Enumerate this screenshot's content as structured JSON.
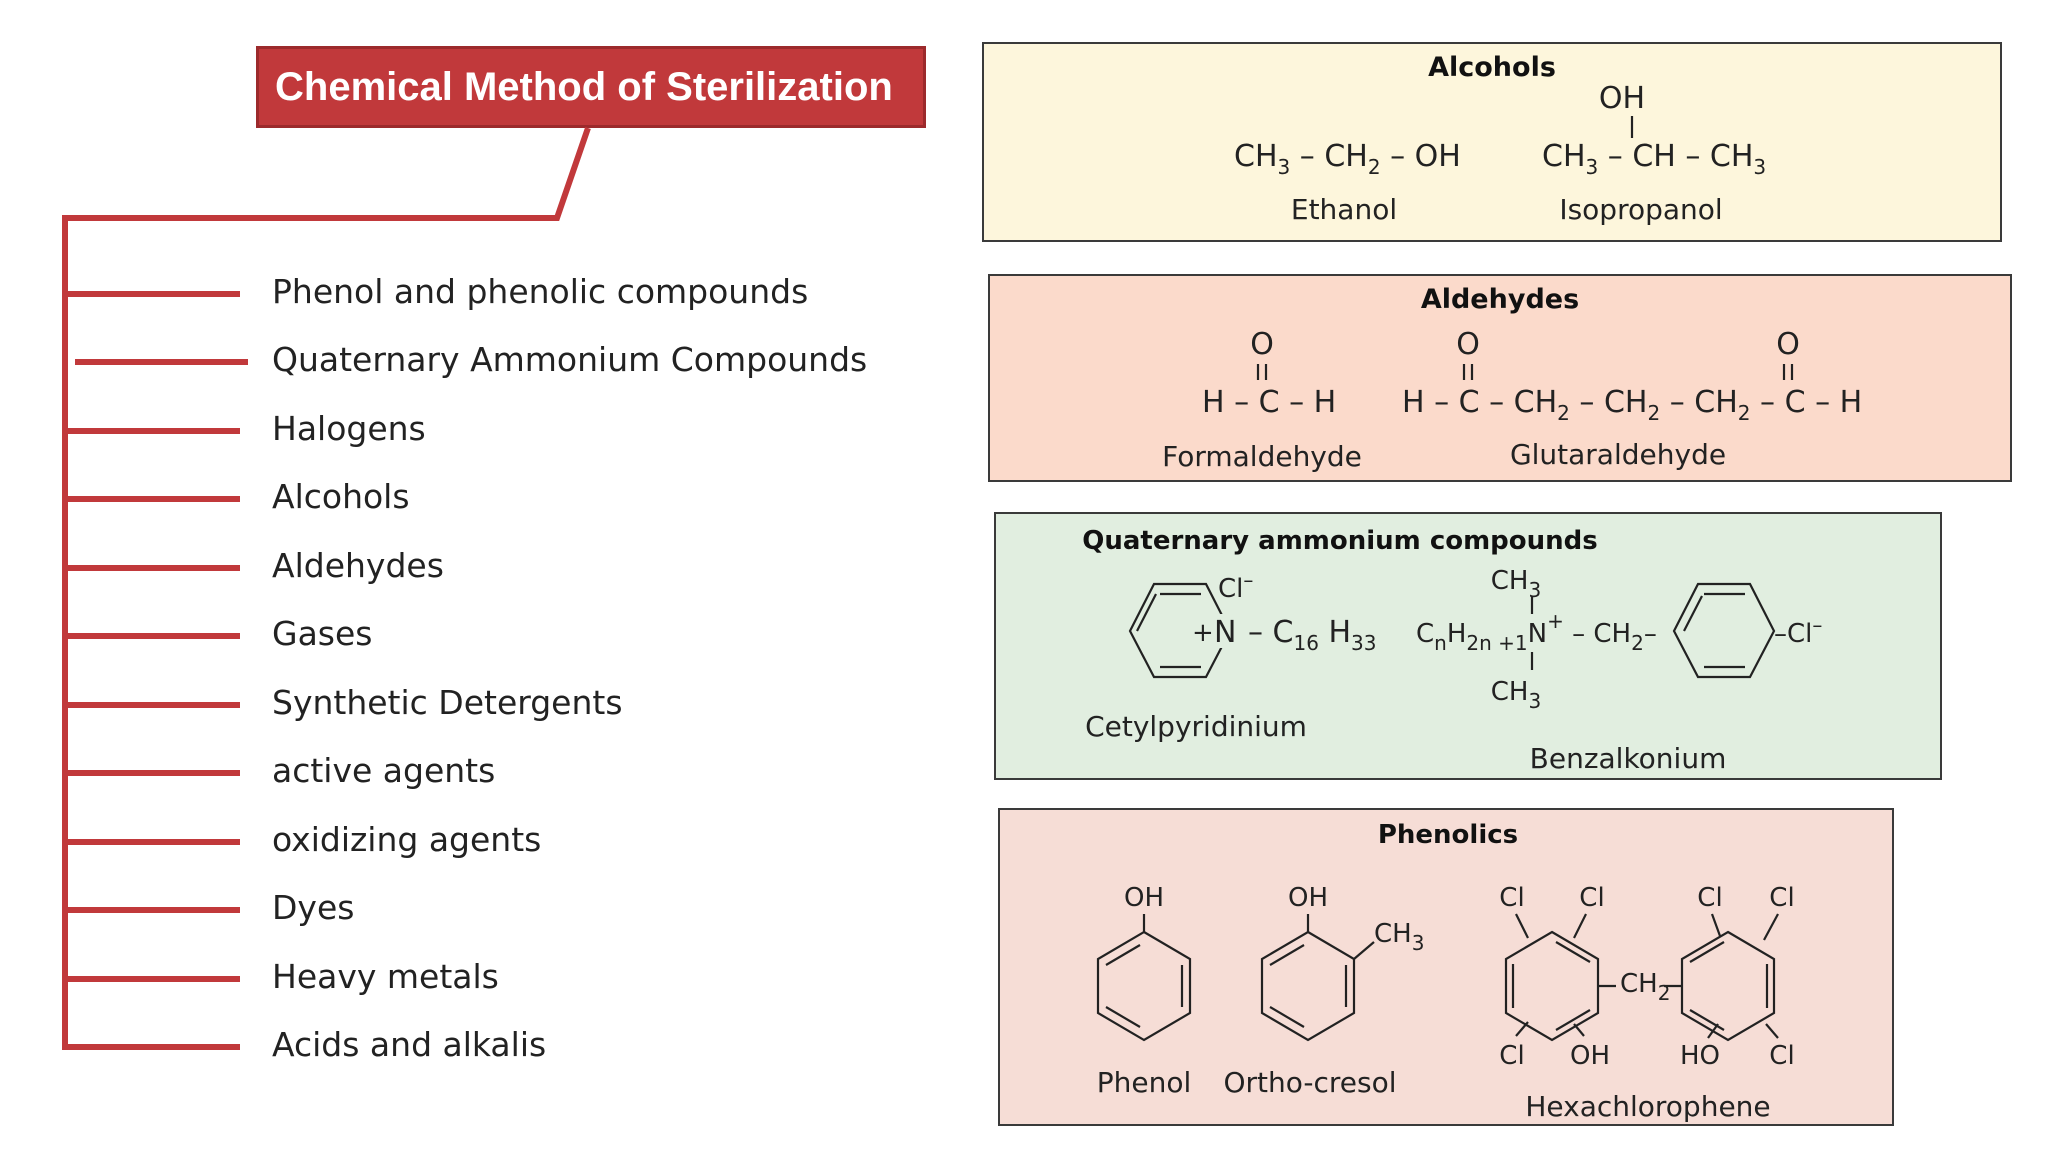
{
  "title": "Chemical Method of Sterilization",
  "accent_color": "#c1393b",
  "items": [
    "Phenol and phenolic compounds",
    "Quaternary Ammonium Compounds",
    "Halogens",
    "Alcohols",
    "Aldehydes",
    "Gases",
    "Synthetic Detergents",
    "active agents",
    "oxidizing agents",
    "Dyes",
    "Heavy metals",
    "Acids and alkalis"
  ],
  "panels": {
    "alcohols": {
      "title": "Alcohols",
      "bg": "#fdf6dc",
      "ethanol": {
        "name": "Ethanol"
      },
      "isopropanol": {
        "name": "Isopropanol"
      }
    },
    "aldehydes": {
      "title": "Aldehydes",
      "bg": "#fbdacb",
      "formaldehyde": {
        "name": "Formaldehyde"
      },
      "glutaraldehyde": {
        "name": "Glutaraldehyde"
      }
    },
    "quats": {
      "title": "Quaternary ammonium compounds",
      "bg": "#e1eee0",
      "cetylpyridinium": {
        "name": "Cetylpyridinium"
      },
      "benzalkonium": {
        "name": "Benzalkonium"
      }
    },
    "phenolics": {
      "title": "Phenolics",
      "bg": "#f6ddd6",
      "phenol": {
        "name": "Phenol"
      },
      "cresol": {
        "name": "Ortho-cresol"
      },
      "hexachlorophene": {
        "name": "Hexachlorophene"
      }
    }
  }
}
